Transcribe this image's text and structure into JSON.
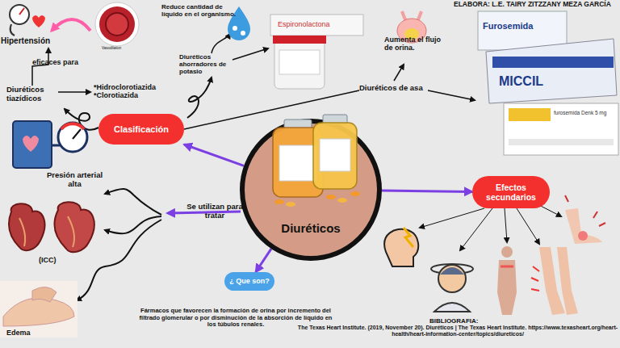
{
  "diagram": {
    "nodes": [
      {
        "text": [
          "Diuréticos"
        ]
      },
      {
        "text": [
          "Clasificación"
        ]
      },
      {
        "text": [
          "Efectos secundarios"
        ]
      },
      {
        "text": [
          "¿ Que son?"
        ]
      }
    ],
    "edges": [
      {
        "from": 0,
        "to": 1,
        "arrow": "to"
      },
      {
        "from": 0,
        "to": 2,
        "arrow": "to"
      },
      {
        "from": 0,
        "to": 3,
        "arrow": "to"
      }
    ],
    "labels": [
      "ELABORA: L.E. TAIRY ZITZZANY MEZA GARCÍA",
      "Hipertensión",
      "Vasodilation",
      "eficaces para",
      "Diuréticos tiazídicos",
      "*Hidroclorotiazida *Clorotiazida",
      "Reduce cantidad de líquido en el organismo.",
      "Diuréticos ahorradores de potasio",
      "Espironolactona",
      "Aumenta el flujo de orina.",
      "Diuréticos de asa",
      "Furosemida",
      "MICCIL",
      "furosemida Denk 5 mg",
      "Presión arterial alta",
      "Se utilizan para tratar",
      "(ICC)",
      "Edema",
      "Fármacos que favorecen la formación de orina por incremento del filtrado glomerular o por disminución de la absorción de líquido en los túbulos renales.",
      "BIBLIOGRAFIA:",
      "The Texas Heart Institute. (2019, November 20). Diuréticos | The Texas Heart Institute. https://www.texasheart.org/heart-health/heart-information-center/topics/diureticos/"
    ]
  }
}
